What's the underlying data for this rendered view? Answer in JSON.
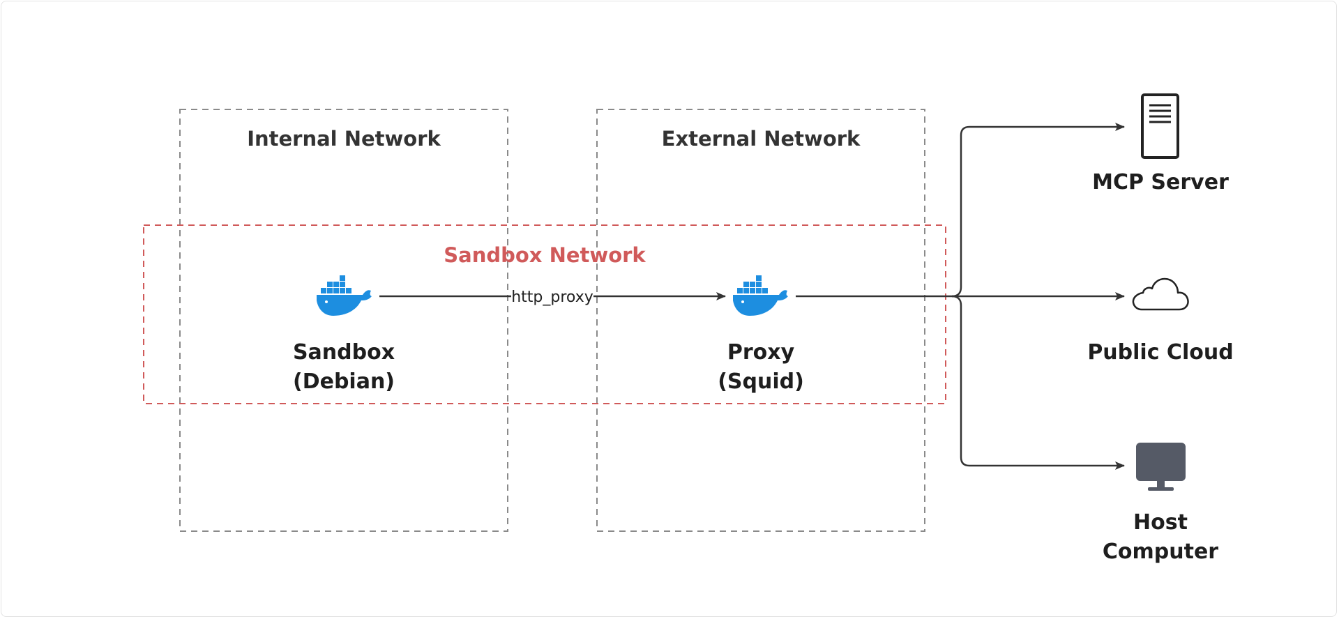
{
  "zones": {
    "internal": "Internal Network",
    "external": "External Network",
    "sandbox": "Sandbox Network"
  },
  "nodes": {
    "sandbox": {
      "line1": "Sandbox",
      "line2": "(Debian)",
      "icon": "docker-whale-icon"
    },
    "proxy": {
      "line1": "Proxy",
      "line2": "(Squid)",
      "icon": "docker-whale-icon"
    },
    "mcp": {
      "line1": "MCP Server",
      "icon": "server-icon"
    },
    "cloud": {
      "line1": "Public Cloud",
      "icon": "cloud-icon"
    },
    "host": {
      "line1": "Host",
      "line2": "Computer",
      "icon": "monitor-icon"
    }
  },
  "edges": {
    "sandbox_to_proxy": "http_proxy"
  },
  "colors": {
    "docker_blue": "#1d8ee0",
    "sandbox_dash": "#d05a5a",
    "zone_dash": "#8a8a8a",
    "line": "#333333",
    "monitor": "#555a66"
  }
}
